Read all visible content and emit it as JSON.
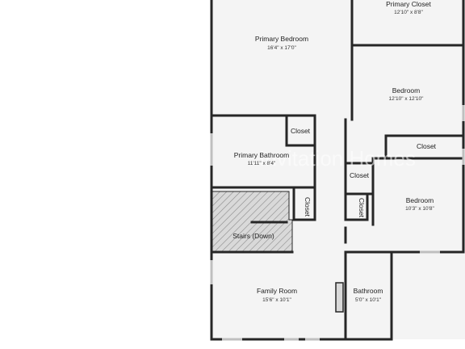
{
  "watermark": "Invitation Homes",
  "rooms": [
    {
      "id": "primary-closet",
      "name": "Primary Closet",
      "dims": "12'10\" x 8'8\""
    },
    {
      "id": "primary-bedroom",
      "name": "Primary Bedroom",
      "dims": "16'4\" x 17'0\""
    },
    {
      "id": "bedroom-1",
      "name": "Bedroom",
      "dims": "12'10\" x 12'10\""
    },
    {
      "id": "closet-1",
      "name": "Closet",
      "dims": ""
    },
    {
      "id": "closet-2",
      "name": "Closet",
      "dims": ""
    },
    {
      "id": "primary-bathroom",
      "name": "Primary Bathroom",
      "dims": "11'11\" x 8'4\""
    },
    {
      "id": "closet-3",
      "name": "Closet",
      "dims": ""
    },
    {
      "id": "closet-4",
      "name": "Closet",
      "dims": ""
    },
    {
      "id": "closet-5",
      "name": "Closet",
      "dims": ""
    },
    {
      "id": "bedroom-2",
      "name": "Bedroom",
      "dims": "10'3\" x 10'8\""
    },
    {
      "id": "stairs",
      "name": "Stairs (Down)",
      "dims": ""
    },
    {
      "id": "family-room",
      "name": "Family Room",
      "dims": "15'6\" x 10'1\""
    },
    {
      "id": "bathroom",
      "name": "Bathroom",
      "dims": "5'0\" x 10'1\""
    }
  ],
  "colors": {
    "wall": "#262626",
    "floor": "#f4f4f4",
    "window": "#c9c9c9",
    "hatch": "#8a8a8a"
  }
}
